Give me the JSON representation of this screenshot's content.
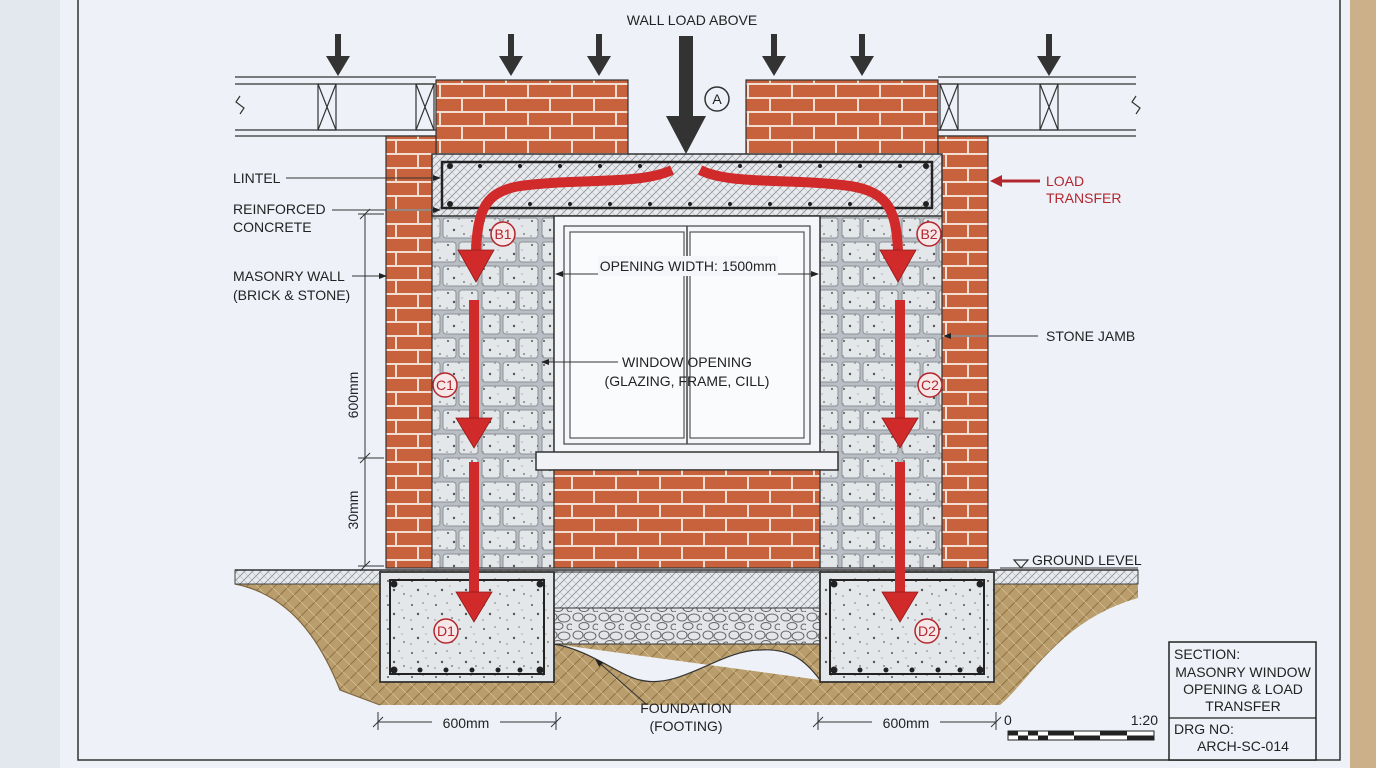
{
  "drawing": {
    "top_label": "WALL LOAD ABOVE",
    "labels": {
      "lintel": "LINTEL",
      "reinforced_1": "REINFORCED",
      "reinforced_2": "CONCRETE",
      "masonry_1": "MASONRY WALL",
      "masonry_2": "(BRICK & STONE)",
      "opening_width": "OPENING WIDTH: 1500mm",
      "window_1": "WINDOW OPENING",
      "window_2": "(GLAZING, FRAME, CILL)",
      "stone_jamb": "STONE JAMB",
      "load_transfer_1": "LOAD",
      "load_transfer_2": "TRANSFER",
      "ground_level": "GROUND LEVEL",
      "foundation_1": "FOUNDATION",
      "foundation_2": "(FOOTING)",
      "dim_vertical_upper": "600mm",
      "dim_vertical_lower": "30mm",
      "dim_footing_left": "600mm",
      "dim_footing_right": "600mm"
    },
    "tags": {
      "a": "A",
      "b1": "B1",
      "b2": "B2",
      "c1": "C1",
      "c2": "C2",
      "d1": "D1",
      "d2": "D2"
    },
    "scale": {
      "start": "0",
      "end": "1:20"
    },
    "title_block": {
      "section_1": "SECTION:",
      "section_2": "MASONRY WINDOW",
      "section_3": "OPENING & LOAD",
      "section_4": "TRANSFER",
      "drg_label": "DRG NO:",
      "drg_value": "ARCH-SC-014"
    },
    "colors": {
      "paper": "#eef2f8",
      "brick": "#c8623d",
      "mortar": "#f3ddd0",
      "stone": "#e6e9ec",
      "concrete": "#e4e7ea",
      "soil": "#b99d6c",
      "arrow": "#d12a2a",
      "ink": "#2b2b2b"
    }
  }
}
